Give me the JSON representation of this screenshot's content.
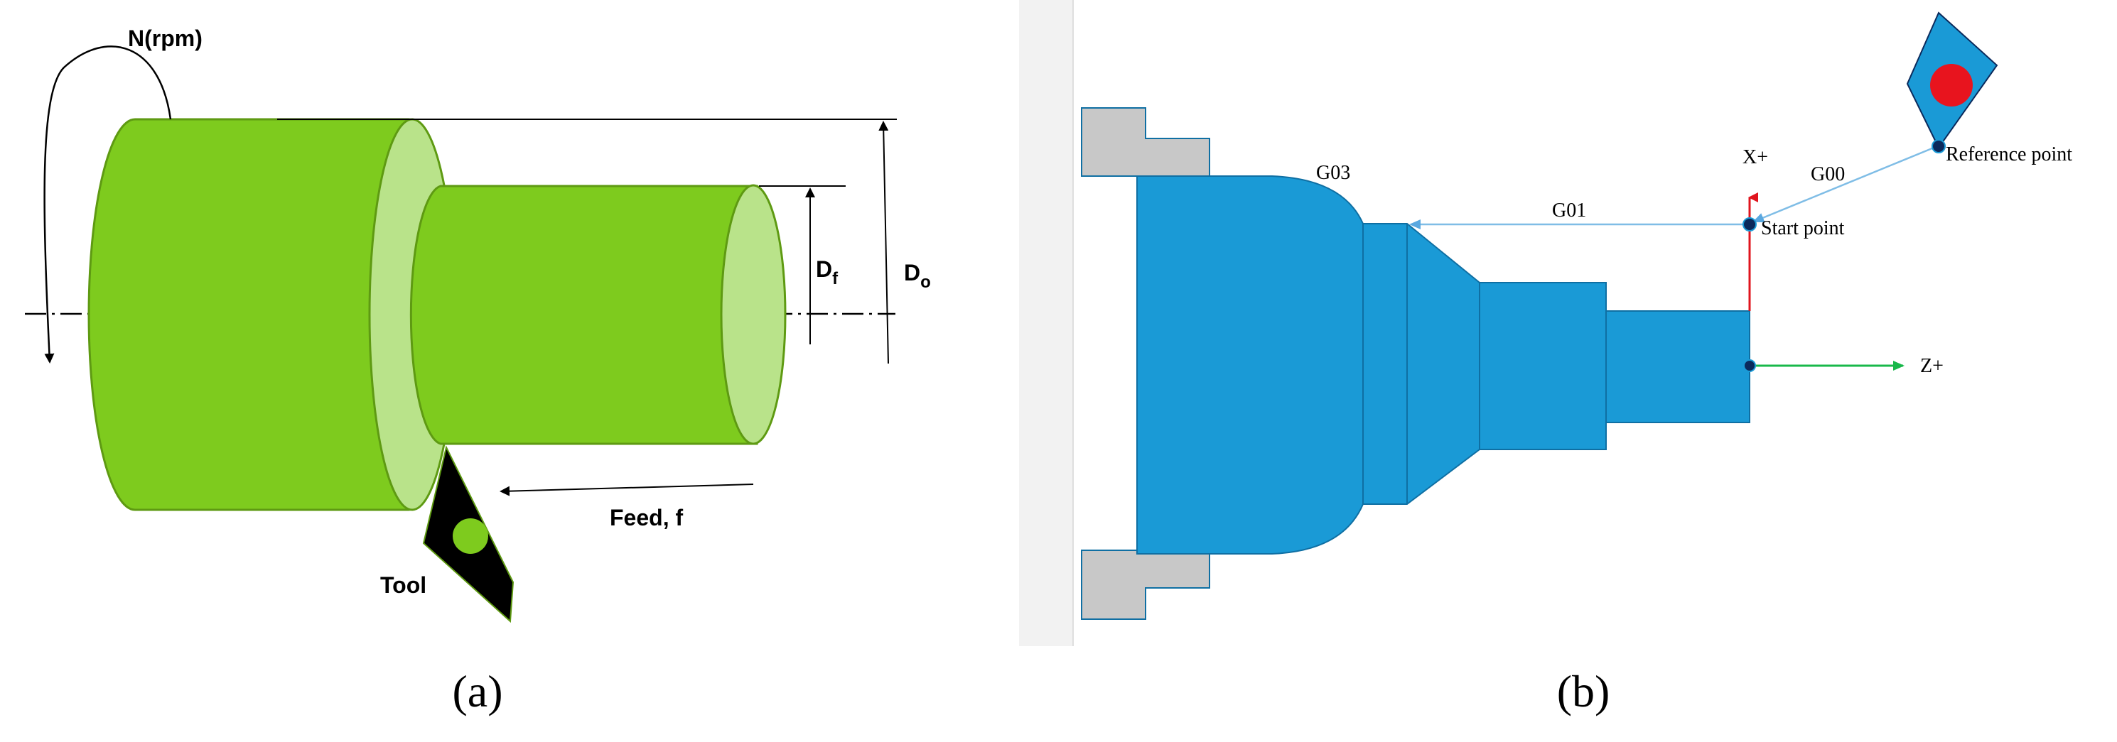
{
  "panel_a": {
    "rotation_label": "N(rpm)",
    "dim_finished_main": "D",
    "dim_finished_sub": "f",
    "dim_original_main": "D",
    "dim_original_sub": "o",
    "feed_label": "Feed, f",
    "tool_label": "Tool",
    "caption": "(a)",
    "colors": {
      "workpiece": "#7ecb1e",
      "workpiece_face": "#b9e38a",
      "workpiece_edge": "#5e9a12",
      "tool": "#000000",
      "tool_insert": "#7ecb1e"
    }
  },
  "panel_b": {
    "arc_label": "G03",
    "linear_label": "G01",
    "rapid_label": "G00",
    "x_axis_label": "X+",
    "z_axis_label": "Z+",
    "start_point_label": "Start point",
    "reference_point_label": "Reference point",
    "caption": "(b)",
    "colors": {
      "part": "#1a9ad6",
      "part_edge": "#0f6fa3",
      "chuck": "#c8c8c8",
      "x_axis": "#e0141e",
      "z_axis": "#18b84a",
      "path": "#7fbde6",
      "tool": "#1a9ad6",
      "tool_insert": "#e8141e",
      "marker": "#0b2a5c",
      "panel_bg": "#f2f2f2"
    }
  }
}
